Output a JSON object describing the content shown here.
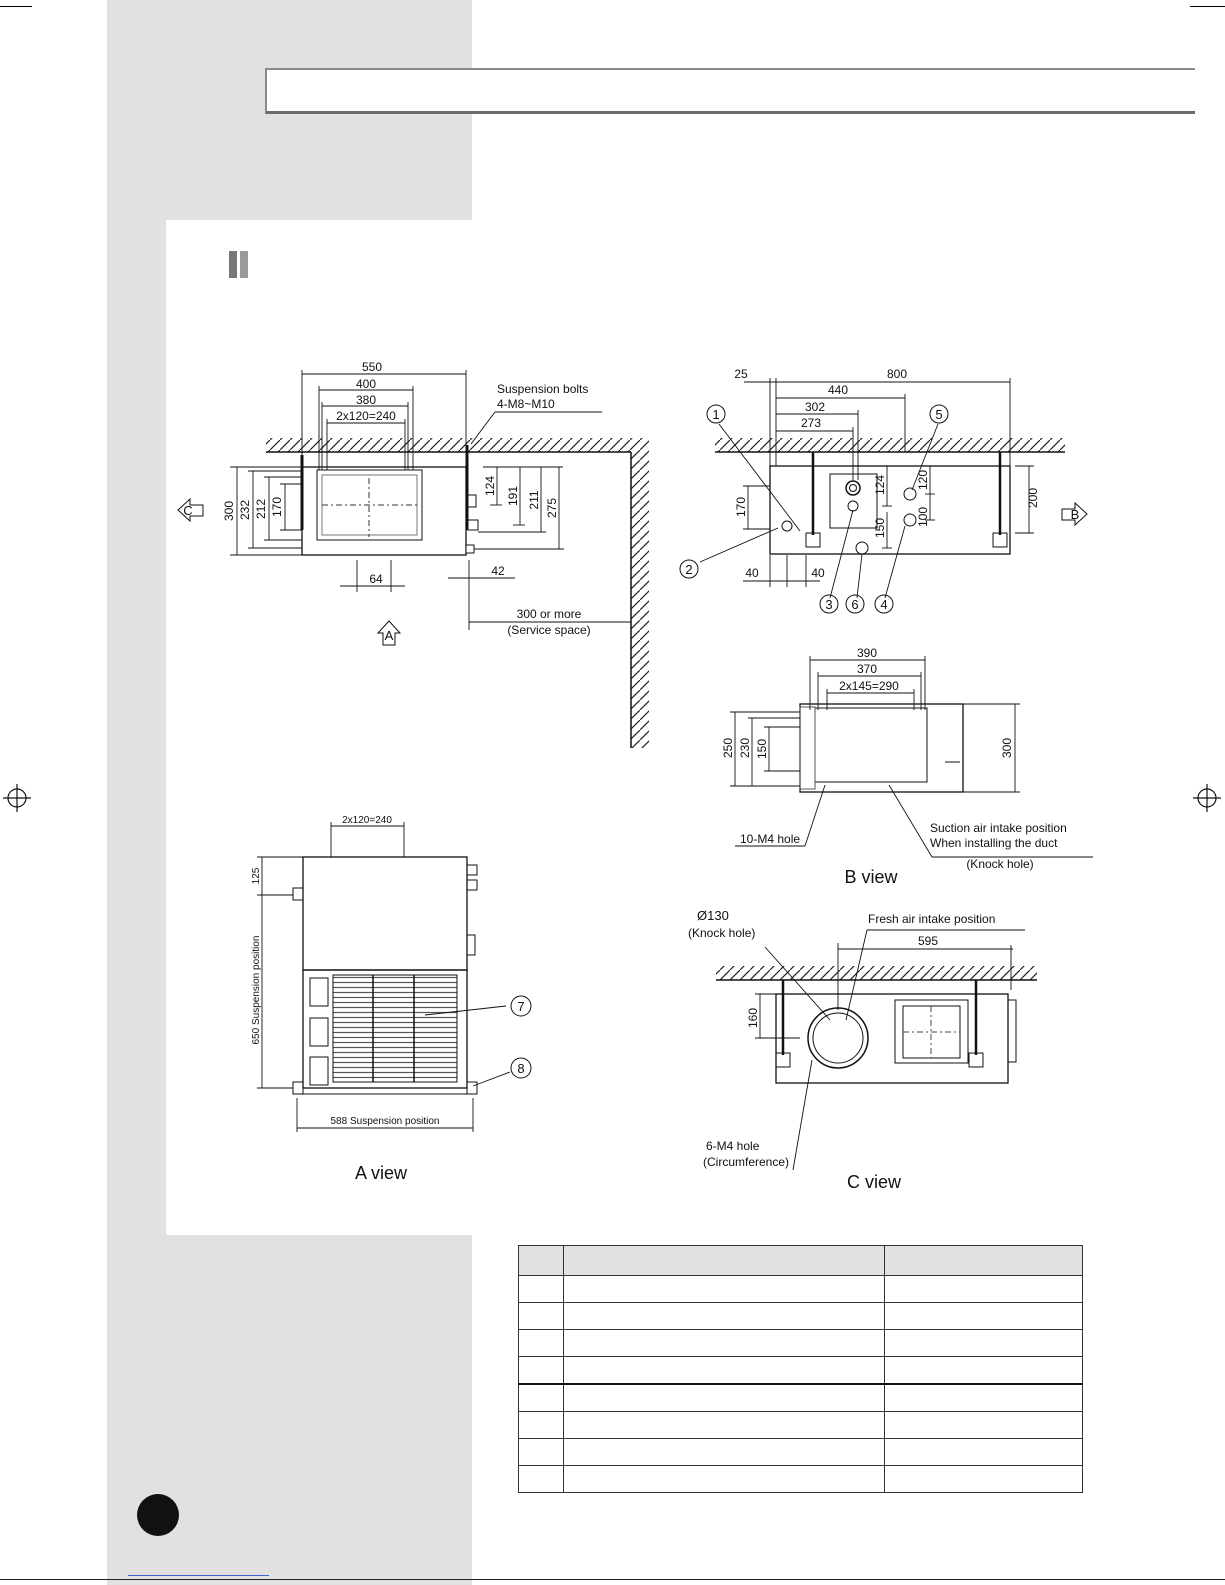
{
  "diagram": {
    "top_left": {
      "dim_550": "550",
      "dim_400": "400",
      "dim_380": "380",
      "dim_240": "2x120=240",
      "bolts_1": "Suspension bolts",
      "bolts_2": "4-M8~M10",
      "dim_300": "300",
      "dim_232": "232",
      "dim_212": "212",
      "dim_170": "170",
      "dim_124": "124",
      "dim_191": "191",
      "dim_211": "211",
      "dim_275": "275",
      "dim_64": "64",
      "dim_42": "42",
      "service_1": "300 or more",
      "service_2": "(Service space)",
      "arrow_a": "A",
      "arrow_c": "C"
    },
    "top_right": {
      "dim_25": "25",
      "dim_800": "800",
      "dim_440": "440",
      "dim_302": "302",
      "dim_273": "273",
      "dim_170": "170",
      "dim_124": "124",
      "dim_120": "120",
      "dim_150": "150",
      "dim_100": "100",
      "dim_200": "200",
      "dim_40a": "40",
      "dim_40b": "40",
      "c1": "1",
      "c2": "2",
      "c3": "3",
      "c4": "4",
      "c5": "5",
      "c6": "6",
      "arrow_b": "B"
    },
    "b_view": {
      "dim_390": "390",
      "dim_370": "370",
      "dim_290": "2x145=290",
      "dim_250": "250",
      "dim_230": "230",
      "dim_150": "150",
      "dim_300": "300",
      "holes": "10-M4 hole",
      "suction_1": "Suction air intake position",
      "suction_2": "When installing the duct",
      "knock": "(Knock hole)",
      "title": "B view"
    },
    "a_view": {
      "dim_240": "2x120=240",
      "dim_125": "125",
      "susp_650": "650 Suspension position",
      "susp_588": "588 Suspension position",
      "c7": "7",
      "c8": "8",
      "title": "A view"
    },
    "c_view": {
      "dia_130": "Ø130",
      "knock": "(Knock hole)",
      "fresh": "Fresh air intake position",
      "dim_595": "595",
      "dim_160": "160",
      "holes_1": "6-M4 hole",
      "holes_2": "(Circumference)",
      "title": "C view"
    }
  },
  "parts_table": {
    "rows": 8,
    "columns": 3
  }
}
